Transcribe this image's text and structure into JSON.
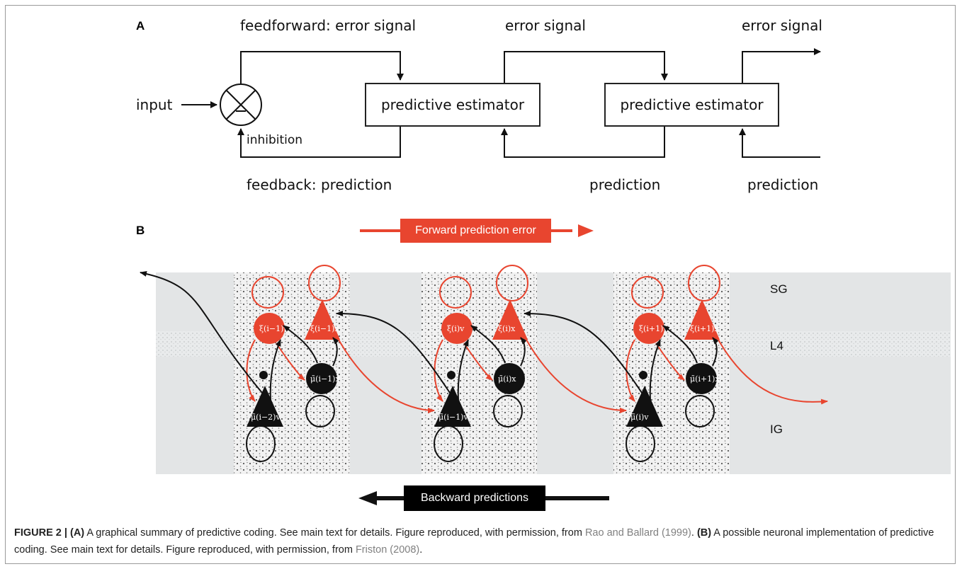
{
  "panel_a": {
    "label": "A",
    "input_label": "input",
    "inhibition_label": "inhibition",
    "feedforward_label": "feedforward: error signal",
    "error_signal_2": "error signal",
    "error_signal_3": "error signal",
    "feedback_label": "feedback: prediction",
    "prediction_2": "prediction",
    "prediction_3": "prediction",
    "box_1": "predictive estimator",
    "box_2": "predictive estimator"
  },
  "panel_b": {
    "label": "B",
    "forward_banner": "Forward prediction error",
    "backward_banner": "Backward predictions",
    "layers": {
      "sg": "SG",
      "l4": "L4",
      "ig": "IG"
    },
    "colors": {
      "error": "#e8452f",
      "prediction": "#111111",
      "band": "#e3e5e6"
    },
    "columns": [
      {
        "xi_label": "ξ(i−1)v",
        "xi_top_label": "ξ(i−1)x",
        "mu_label": "μ̃(i−1)x",
        "mu_low_label": "μ̃(i−2)v"
      },
      {
        "xi_label": "ξ(i)v",
        "xi_top_label": "ξ(i)x",
        "mu_label": "μ̃(i)x",
        "mu_low_label": "μ̃(i−1)v"
      },
      {
        "xi_label": "ξ(i+1)v",
        "xi_top_label": "ξ(i+1)x",
        "mu_label": "μ̃(i+1)x",
        "mu_low_label": "μ̃(i)v"
      }
    ]
  },
  "caption": {
    "fig_label": "FIGURE 2 |",
    "a_tag": "(A)",
    "a_text": " A graphical summary of predictive coding. See main text for details. Figure reproduced, with permission, from ",
    "a_cite": "Rao and Ballard (1999)",
    "a_end": ".",
    "b_tag": "(B)",
    "b_text": " A possible neuronal implementation of predictive coding. See main text for details. Figure reproduced, with permission, from ",
    "b_cite": "Friston (2008)",
    "b_end": "."
  }
}
